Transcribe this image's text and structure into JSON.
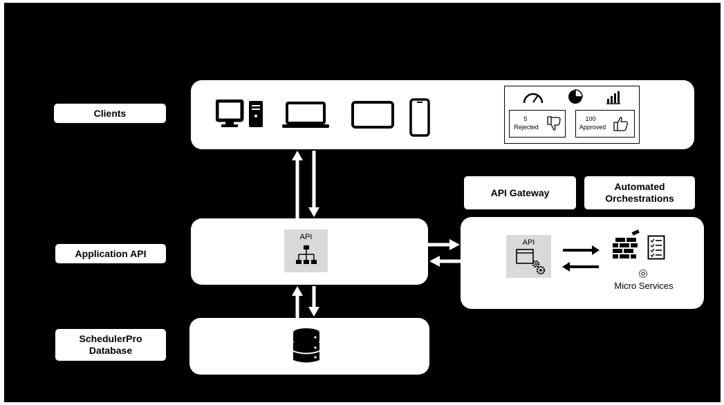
{
  "labels": {
    "clients": "Clients",
    "application_api": "Application API",
    "database": "SchedulerPro\nDatabase",
    "api_gateway": "API Gateway",
    "automated_orchestrations": "Automated\nOrchestrations"
  },
  "dashboard": {
    "rejected_count": "5",
    "rejected_label": "Rejected",
    "approved_count": "100",
    "approved_label": "Approved"
  },
  "api_boxes": {
    "application_api_tag": "API",
    "gateway_api_tag": "API"
  },
  "microservices_label": "Micro Services",
  "icons": [
    "desktop-computer-icon",
    "laptop-icon",
    "tablet-icon",
    "smartphone-icon",
    "speedometer-icon",
    "pie-chart-icon",
    "bar-chart-icon",
    "thumbs-down-icon",
    "thumbs-up-icon",
    "hierarchy-icon",
    "database-icon",
    "browser-window-icon",
    "gears-icon",
    "brick-wall-icon",
    "checklist-icon",
    "gear-icon"
  ],
  "colors": {
    "background": "#000000",
    "panel": "#ffffff",
    "api_box": "#d9d9d9",
    "arrow": "#ffffff"
  }
}
